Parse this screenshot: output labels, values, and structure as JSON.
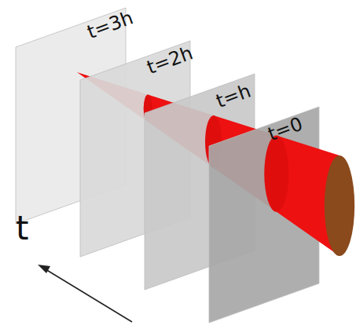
{
  "diagram": {
    "labels": [
      "t=3h",
      "t=2h",
      "t=h",
      "t=0",
      "t"
    ]
  }
}
